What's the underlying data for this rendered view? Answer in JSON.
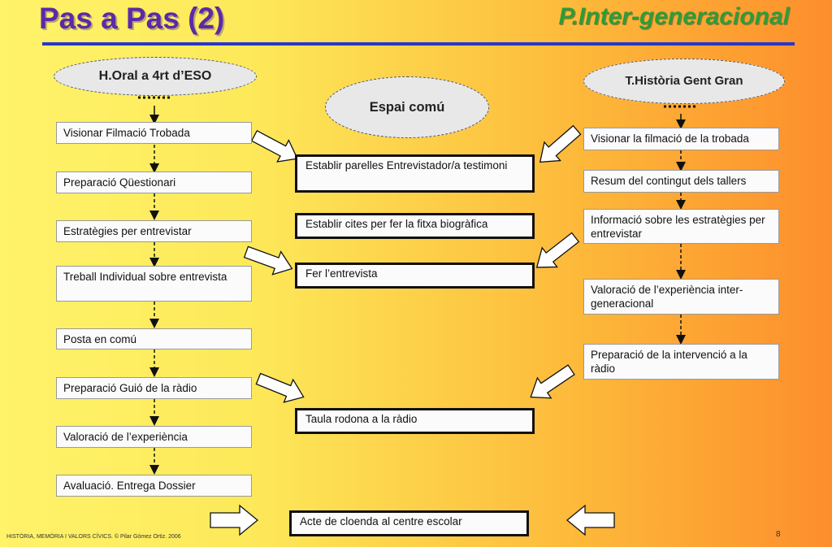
{
  "title": "Pas a Pas (2)",
  "subtitle": "P.Inter-generacional",
  "ovals": {
    "left": "H.Oral a 4rt d’ESO",
    "center": "Espai comú",
    "right": "T.Història Gent Gran"
  },
  "left_steps": [
    "Visionar Filmació Trobada",
    "Preparació Qüestionari",
    "Estratègies per entrevistar",
    "Treball Individual sobre entrevista",
    "Posta en comú",
    "Preparació Guió de la ràdio",
    "Valoració de l’experiència",
    "Avaluació. Entrega Dossier"
  ],
  "center_steps": [
    "Establir parelles Entrevistador/a testimoni",
    "Establir cites per fer la fitxa biogràfica",
    "Fer l’entrevista",
    "Taula rodona a la ràdio",
    "Acte de cloenda al centre escolar"
  ],
  "right_steps": [
    "Visionar la filmació de la trobada",
    "Resum del contingut dels tallers",
    "Informació sobre les estratègies per entrevistar",
    "Valoració de l’experiència inter-generacional",
    "Preparació de la intervenció a la ràdio"
  ],
  "footer": "HISTÒRIA, MEMÒRIA I VALORS CÍVICS. © Pilar Gómez Ortiz. 2006",
  "page_number": "8",
  "colors": {
    "title": "#5b2aa8",
    "subtitle": "#2e9b3a",
    "rule": "#2a36c9"
  }
}
